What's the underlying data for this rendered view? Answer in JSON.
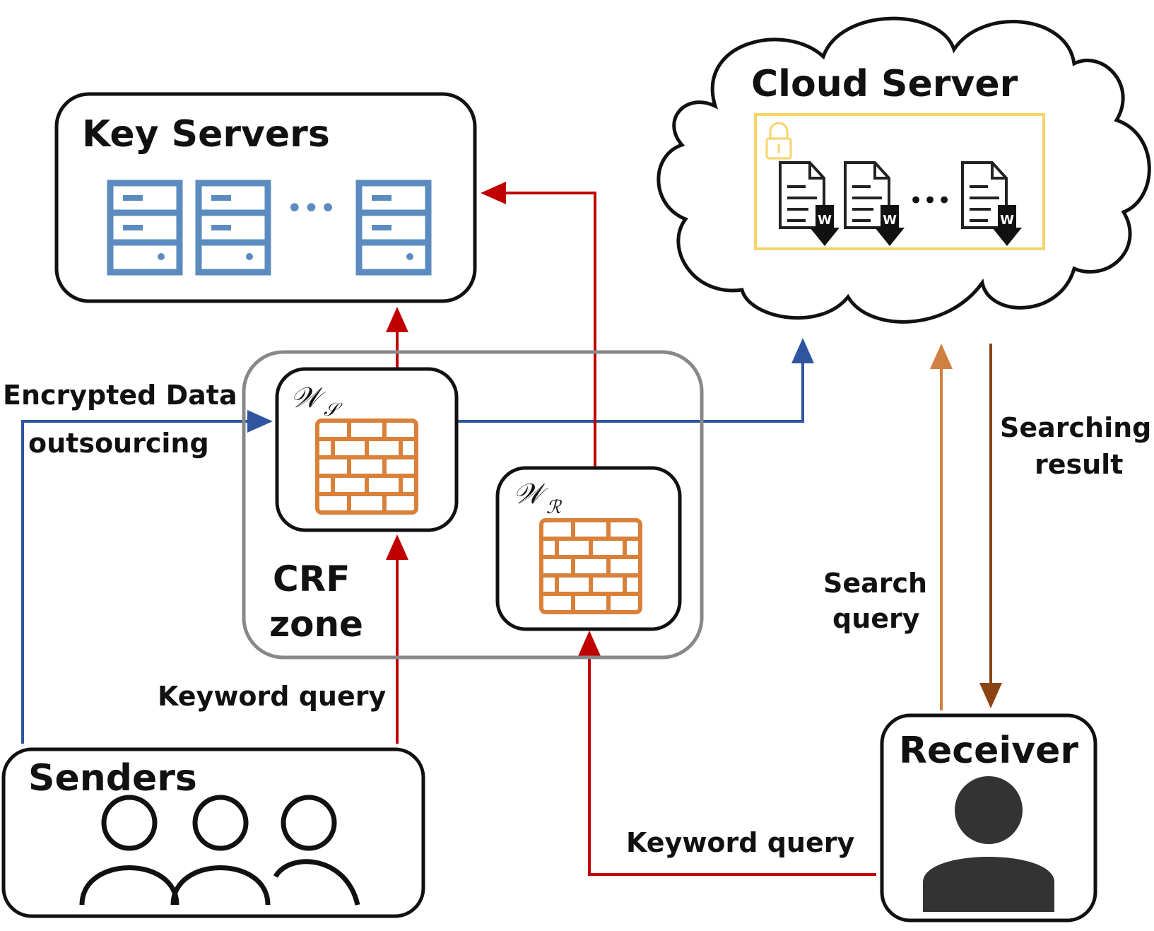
{
  "nodes": {
    "key_servers": {
      "title": "Key Servers",
      "ellipsis": "•••"
    },
    "cloud_server": {
      "title": "Cloud Server",
      "doc_badge": "W",
      "ellipsis": "•••"
    },
    "crf_zone": {
      "line1": "CRF",
      "line2": "zone"
    },
    "ws": {
      "symbol": "𝒲",
      "subscript": "𝒮"
    },
    "wr": {
      "symbol": "𝒲",
      "subscript": "ℛ"
    },
    "senders": {
      "title": "Senders"
    },
    "receiver": {
      "title": "Receiver"
    }
  },
  "edges": {
    "encrypted_data": {
      "line1": "Encrypted Data",
      "line2": "outsourcing"
    },
    "keyword_query_sender": "Keyword query",
    "keyword_query_receiver": "Keyword query",
    "search_query": {
      "line1": "Search",
      "line2": "query"
    },
    "searching_result": {
      "line1": "Searching",
      "line2": "result"
    }
  },
  "colors": {
    "server_blue": "#5b8bbf",
    "firewall_orange": "#d9813a",
    "arrow_red": "#c00000",
    "arrow_blue": "#2f55a0",
    "arrow_orange": "#d08040",
    "arrow_brown": "#8b4513",
    "lock_yellow": "#f5d46a",
    "zone_gray": "#888888"
  }
}
